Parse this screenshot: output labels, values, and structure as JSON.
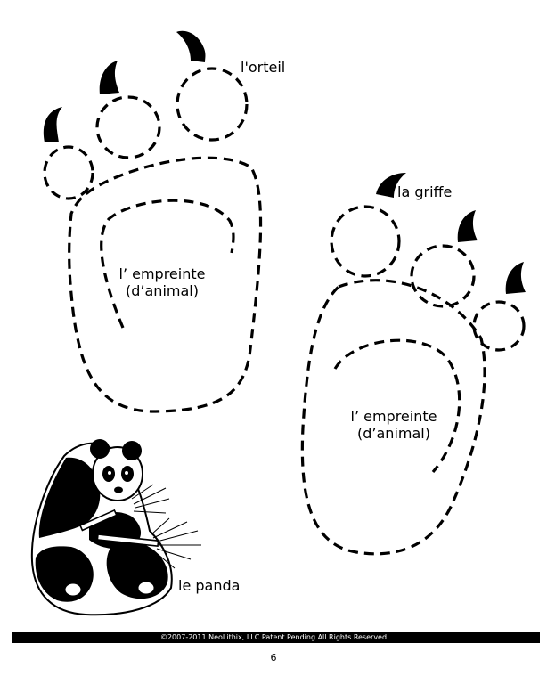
{
  "labels": {
    "toe": "l'orteil",
    "claw": "la griffe",
    "print_left_line1": "l’ empreinte",
    "print_left_line2": "(d’animal)",
    "print_right_line1": "l’ empreinte",
    "print_right_line2": "(d’animal)",
    "panda": "le panda"
  },
  "footer": {
    "copyright": "©2007-2011 NeoLithix, LLC  Patent Pending  All Rights Reserved",
    "page_number": "6"
  },
  "colors": {
    "ink": "#000000",
    "paper": "#ffffff"
  }
}
